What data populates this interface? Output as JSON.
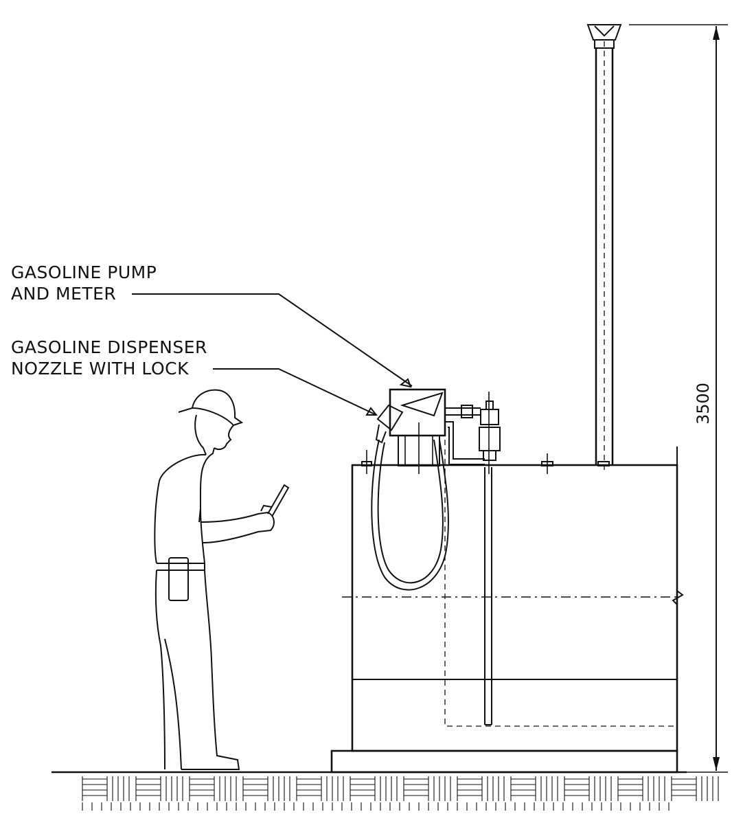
{
  "labels": {
    "pump_line1": "GASOLINE PUMP",
    "pump_line2": "AND METER",
    "nozzle_line1": "GASOLINE DISPENSER",
    "nozzle_line2": "NOZZLE WITH LOCK"
  },
  "dimension": {
    "height": "3500"
  }
}
